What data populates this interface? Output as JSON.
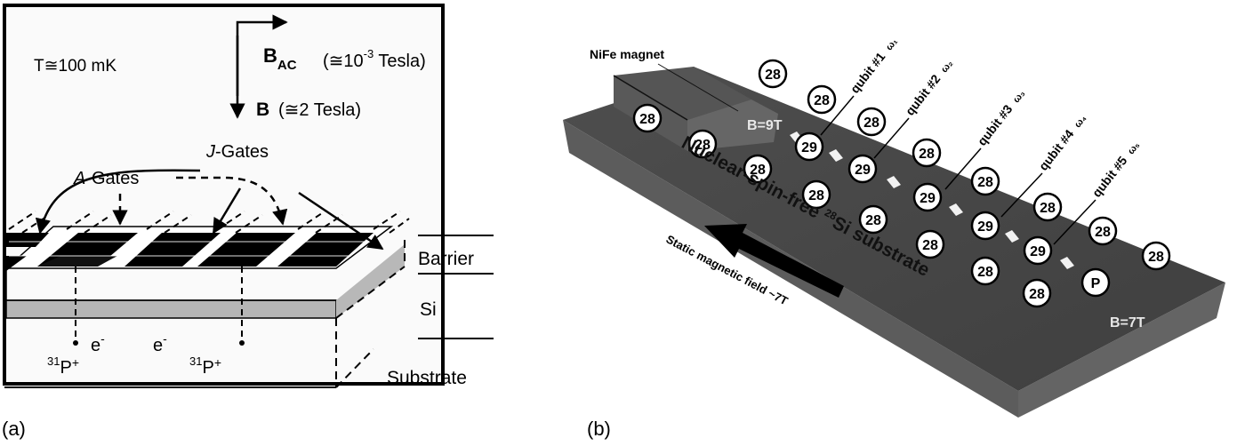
{
  "panel_a": {
    "label": "(a)",
    "temperature": "T≅100  mK",
    "bac_main": "B",
    "bac_sub": "AC",
    "bac_value_pre": "(≅10",
    "bac_value_exp": "-3",
    "bac_value_post": " Tesla)",
    "b_main": "B",
    "b_value": "(≅2  Tesla)",
    "jgates_italic": "J",
    "jgates_rest": "-Gates",
    "agates_italic": "A",
    "agates_rest": "-Gates",
    "layers": [
      "Barrier",
      "Si",
      "Substrate"
    ],
    "donors": [
      {
        "mass": "31",
        "symbol": "P",
        "charge": "+"
      },
      {
        "mass": "31",
        "symbol": "P",
        "charge": "+"
      }
    ],
    "electrons": [
      {
        "symbol": "e",
        "charge": "-"
      },
      {
        "symbol": "e",
        "charge": "-"
      }
    ]
  },
  "panel_b": {
    "label": "(b)",
    "magnet_label": "NiFe magnet",
    "field_high": "B=9T",
    "field_low": "B=7T",
    "substrate_label_pre": "Nuclear-spin-free ",
    "substrate_label_sup": "28",
    "substrate_label_post": "Si substrate",
    "static_field_label": "Static magnetic field ~7T",
    "phosphorus": "P",
    "isotope_28": "28",
    "isotope_29": "29",
    "qubits": [
      {
        "label": "qubit #1",
        "freq": "ω₁"
      },
      {
        "label": "qubit #2",
        "freq": "ω₂"
      },
      {
        "label": "qubit #3",
        "freq": "ω₃"
      },
      {
        "label": "qubit #4",
        "freq": "ω₄"
      },
      {
        "label": "qubit #5",
        "freq": "ω₅"
      }
    ]
  }
}
